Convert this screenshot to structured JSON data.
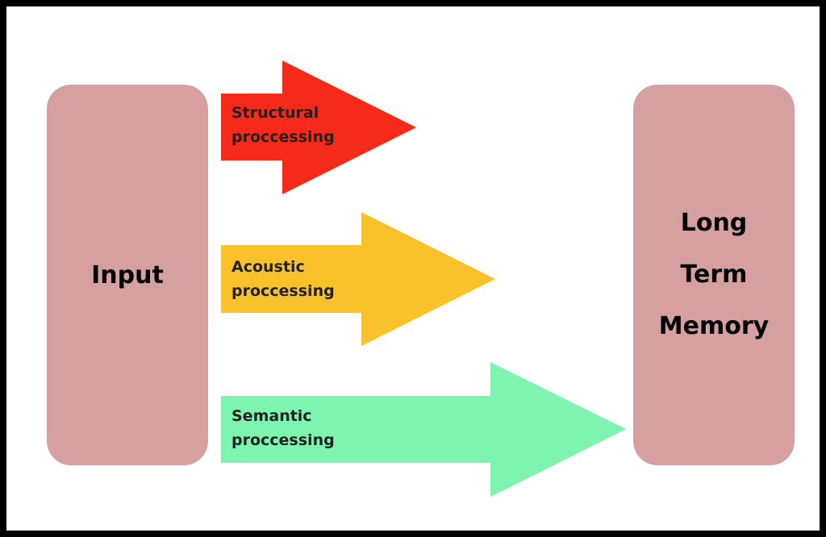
{
  "diagram": {
    "input_label": "Input",
    "ltm_lines": [
      "Long",
      "Term",
      "Memory"
    ],
    "arrows": [
      {
        "line1": "Structural",
        "line2": "proccessing",
        "color": "#f52a1a"
      },
      {
        "line1": "Acoustic",
        "line2": "proccessing",
        "color": "#f9c12a"
      },
      {
        "line1": "Semantic",
        "line2": "proccessing",
        "color": "#7df5b0"
      }
    ],
    "box_color": "#d6a0a0"
  }
}
